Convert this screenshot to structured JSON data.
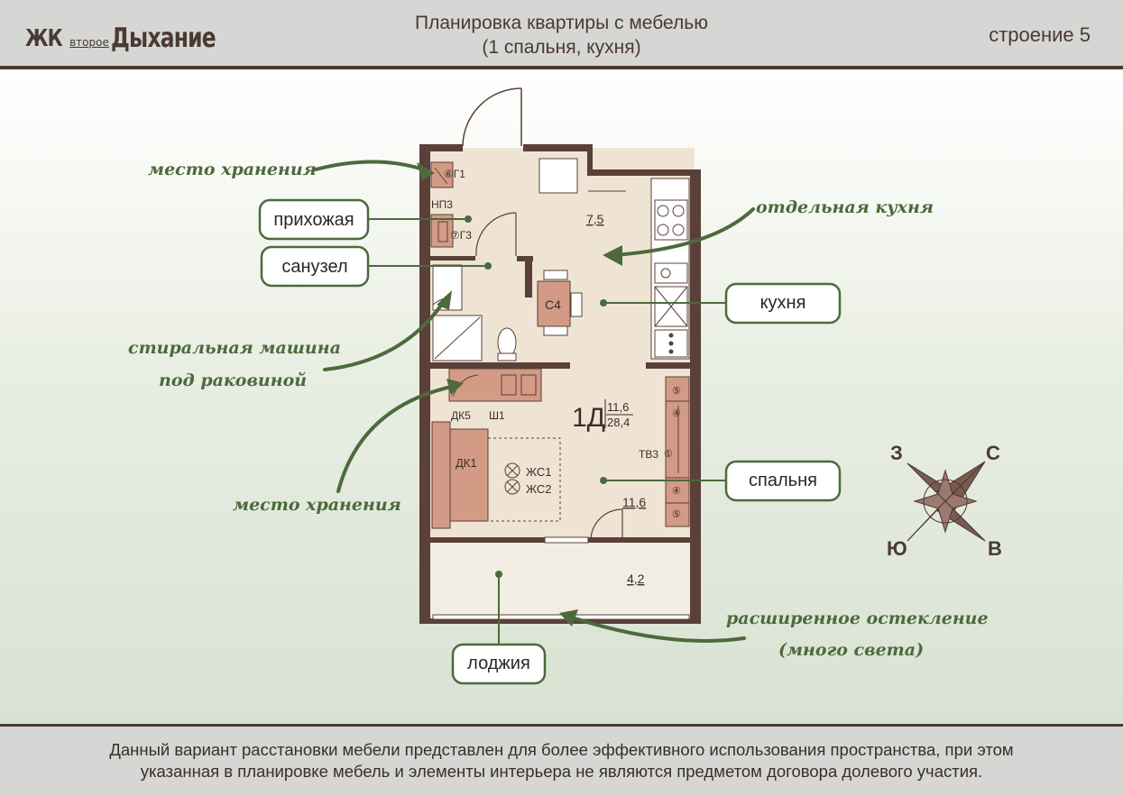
{
  "header": {
    "logo": {
      "zk": "ЖК",
      "vtoroe": "второе",
      "dykhanie": "Дыхание"
    },
    "title_line1": "Планировка квартиры с мебелью",
    "title_line2": "(1 спальня, кухня)",
    "building": "строение 5"
  },
  "room_labels": {
    "prikhozhaya": "прихожая",
    "sanuzel": "санузел",
    "kukhnya": "кухня",
    "spalnya": "спальня",
    "lodzhiya": "лоджия"
  },
  "callouts": {
    "storage_top": "место хранения",
    "separate_kitchen": "отдельная кухня",
    "washer_line1": "стиральная машина",
    "washer_line2": "под раковиной",
    "storage_bottom": "место хранения",
    "glazing_line1": "расширенное остекление",
    "glazing_line2": "(много света)"
  },
  "plan": {
    "apartment_type": "1Д",
    "living_area": "11,6",
    "total_area": "28,4",
    "areas": {
      "kitchen": "7,5",
      "bedroom": "11,6",
      "loggia": "4,2"
    },
    "marks": {
      "g1": "⑥Г1",
      "np3": "НП3",
      "g3": "⑦Г3",
      "c4": "С4",
      "dk5": "ДК5",
      "sh1": "Ш1",
      "dk1": "ДК1",
      "zhs1": "ЖС1",
      "zhs2": "ЖС2",
      "tv3": "ТВ3",
      "n5a": "⑤",
      "n4a": "④",
      "n1": "①",
      "n4b": "④",
      "n5b": "⑤"
    }
  },
  "compass": {
    "w": "З",
    "n": "С",
    "s": "Ю",
    "e": "В"
  },
  "footer": {
    "line1": "Данный вариант расстановки мебели представлен для более эффективного использования пространства, при этом",
    "line2": "указанная в планировке мебель и элементы интерьера не являются предметом договора долевого участия."
  },
  "colors": {
    "wall": "#5a4038",
    "floor": "#efe4d4",
    "furniture": "#d39a85",
    "accent_green": "#4c6a3c",
    "header_bg": "#d6d6d4"
  }
}
